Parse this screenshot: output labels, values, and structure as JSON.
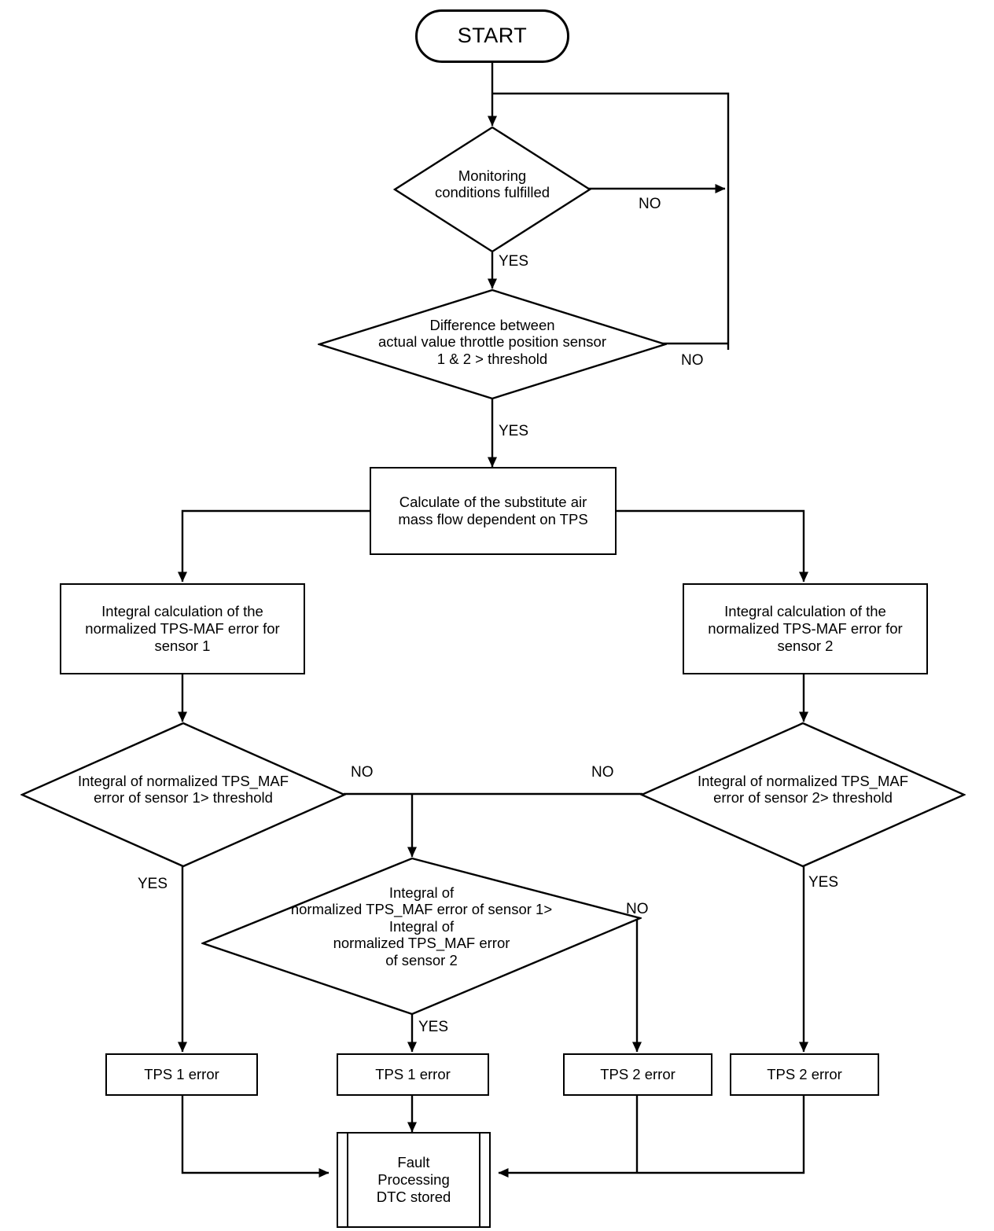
{
  "diagram": {
    "title": "TPS-MAF plausibility monitoring flowchart",
    "stroke_color": "#000000",
    "fill_color": "#ffffff",
    "background": "#ffffff"
  },
  "nodes": {
    "start": {
      "label": "START",
      "shape": "terminator"
    },
    "decision_monitoring": {
      "shape": "decision",
      "lines": [
        "Monitoring",
        "conditions fulfilled"
      ]
    },
    "decision_difference": {
      "shape": "decision",
      "lines": [
        "Difference between",
        "actual value throttle position sensor",
        "1 & 2 > threshold"
      ]
    },
    "calculate_substitute": {
      "shape": "process",
      "lines": [
        "Calculate of the substitute air",
        "mass flow dependent on TPS"
      ]
    },
    "integral_sensor1": {
      "shape": "process",
      "lines": [
        "Integral calculation of the",
        "normalized TPS-MAF error for",
        "sensor 1"
      ]
    },
    "integral_sensor2": {
      "shape": "process",
      "lines": [
        "Integral calculation of the",
        "normalized TPS-MAF error for",
        "sensor 2"
      ]
    },
    "decision_integral1": {
      "shape": "decision",
      "lines": [
        "Integral of normalized TPS_MAF",
        "error of sensor 1> threshold"
      ]
    },
    "decision_integral2": {
      "shape": "decision",
      "lines": [
        "Integral of normalized TPS_MAF",
        "error of sensor 2> threshold"
      ]
    },
    "decision_compare": {
      "shape": "decision",
      "lines": [
        "Integral of",
        "normalized TPS_MAF error of sensor 1>",
        "Integral of",
        "normalized TPS_MAF error",
        "of sensor 2"
      ]
    },
    "tps1_error_left": {
      "shape": "process",
      "lines": [
        "TPS 1 error"
      ]
    },
    "tps1_error_mid": {
      "shape": "process",
      "lines": [
        "TPS 1 error"
      ]
    },
    "tps2_error_mid": {
      "shape": "process",
      "lines": [
        "TPS 2 error"
      ]
    },
    "tps2_error_right": {
      "shape": "process",
      "lines": [
        "TPS 2 error"
      ]
    },
    "fault_processing": {
      "shape": "predefined-process",
      "lines": [
        "Fault",
        "Processing",
        "DTC stored"
      ]
    }
  },
  "edge_labels": {
    "monitoring_no": "NO",
    "monitoring_yes": "YES",
    "difference_no": "NO",
    "difference_yes": "YES",
    "integral1_no": "NO",
    "integral1_yes": "YES",
    "integral2_no": "NO",
    "integral2_yes": "YES",
    "compare_no": "NO",
    "compare_yes": "YES"
  }
}
